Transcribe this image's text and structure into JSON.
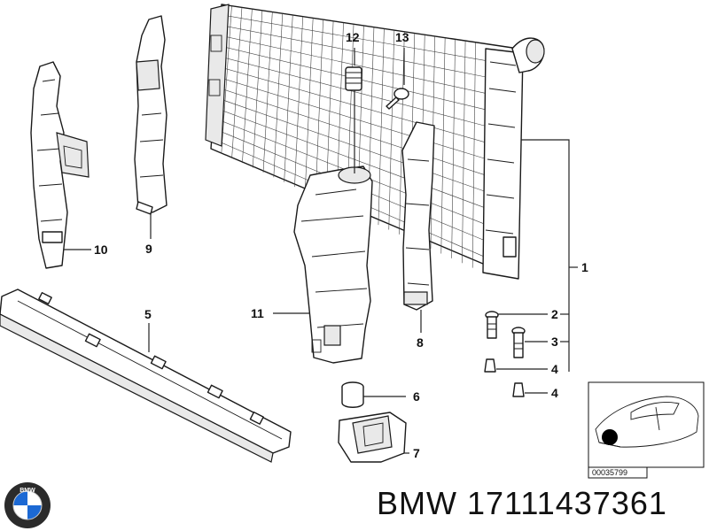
{
  "callouts": {
    "c1": "1",
    "c2": "2",
    "c3": "3",
    "c4a": "4",
    "c4b": "4",
    "c5": "5",
    "c6": "6",
    "c7": "7",
    "c8": "8",
    "c9": "9",
    "c10": "10",
    "c11": "11",
    "c12": "12",
    "c13": "13"
  },
  "inset": {
    "ref_code": "00035799"
  },
  "footer": {
    "brand": "BMW",
    "part_number": "17111437361",
    "logo_icon": "bmw-roundel-icon"
  }
}
